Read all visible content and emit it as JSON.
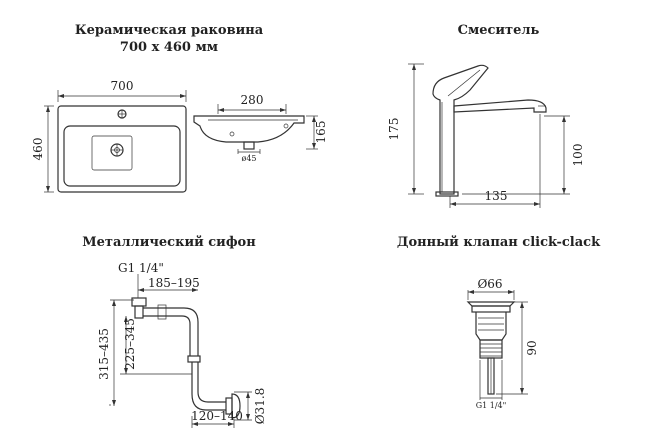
{
  "panels": {
    "sink": {
      "title_line1": "Керамическая раковина",
      "title_line2": "700 x 460 мм",
      "dim_width": "700",
      "dim_depth": "460",
      "dim_top": "280",
      "dim_height": "165",
      "dim_hole": "ø45"
    },
    "faucet": {
      "title": "Смеситель",
      "dim_height": "175",
      "dim_spout_height": "100",
      "dim_reach": "135"
    },
    "siphon": {
      "title": "Металлический сифон",
      "dim_thread": "G1 1/4\"",
      "dim_range_top": "185–195",
      "dim_range_outer": "315–435",
      "dim_range_inner": "225–345",
      "dim_pipe": "Ø31.8",
      "dim_range_bottom": "120–140"
    },
    "valve": {
      "title": "Донный клапан click-clack",
      "dim_cap": "Ø66",
      "dim_height": "90",
      "dim_thread": "G1 1/4\""
    }
  }
}
